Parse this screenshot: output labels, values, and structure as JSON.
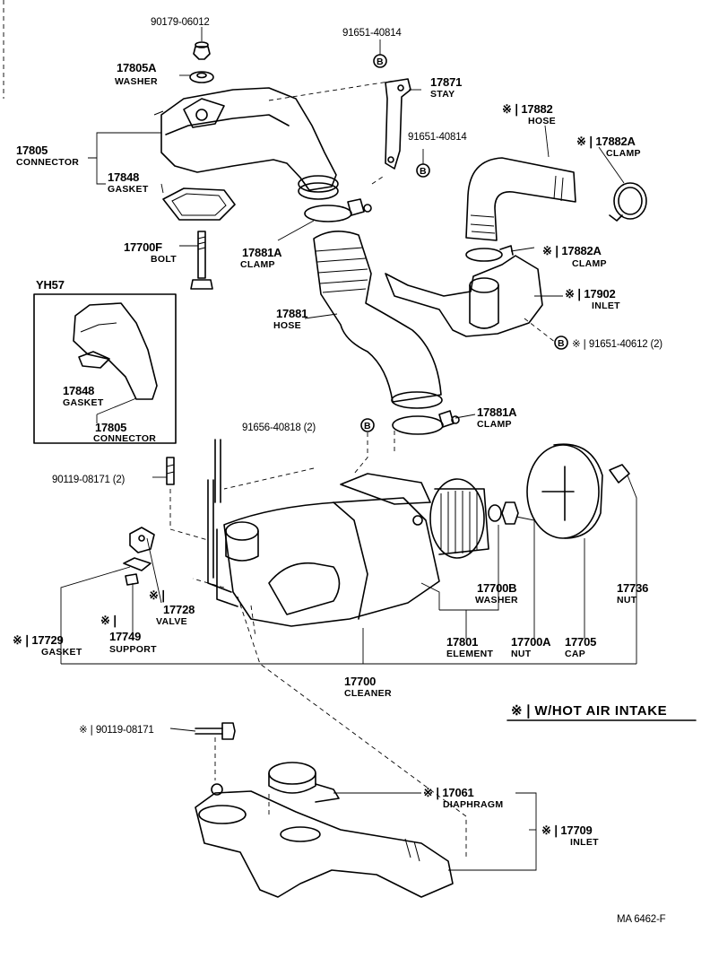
{
  "legend": {
    "text": "※❘W/HOT AIR INTAKE"
  },
  "drawing_code": "MA  6462-F",
  "inset_label": "YH57",
  "bolt_symbol": "B",
  "callouts": {
    "p90179": {
      "number": "90179-06012"
    },
    "p17805a": {
      "number": "17805A",
      "name": "WASHER"
    },
    "p91651_top": {
      "number": "91651-40814"
    },
    "p17871": {
      "number": "17871",
      "name": "STAY"
    },
    "p91651_mid": {
      "number": "91651-40814"
    },
    "p17882": {
      "number": "※❘17882",
      "name": "HOSE"
    },
    "p17882a_top": {
      "number": "※❘17882A",
      "name": "CLAMP"
    },
    "p17805": {
      "number": "17805",
      "name": "CONNECTOR"
    },
    "p17848": {
      "number": "17848",
      "name": "GASKET"
    },
    "p17700f": {
      "number": "17700F",
      "name": "BOLT"
    },
    "p17881a_top": {
      "number": "17881A",
      "name": "CLAMP"
    },
    "p17882a_mid": {
      "number": "※❘17882A",
      "name": "CLAMP"
    },
    "p17902": {
      "number": "※❘17902",
      "name": "INLET"
    },
    "p91651_40612": {
      "number": "※❘91651-40612 (2)"
    },
    "p17881": {
      "number": "17881",
      "name": "HOSE"
    },
    "inset_17848": {
      "number": "17848",
      "name": "GASKET"
    },
    "inset_17805": {
      "number": "17805",
      "name": "CONNECTOR"
    },
    "p17881a_bot": {
      "number": "17881A",
      "name": "CLAMP"
    },
    "p91656": {
      "number": "91656-40818 (2)"
    },
    "p90119_top": {
      "number": "90119-08171 (2)"
    },
    "p17728": {
      "number": "※❘",
      "number2": "17728",
      "name": "VALVE"
    },
    "p17729": {
      "number": "※❘17729",
      "name": "GASKET"
    },
    "p17749": {
      "number": "※❘",
      "number2": "17749",
      "name": "SUPPORT"
    },
    "p17700b": {
      "number": "17700B",
      "name": "WASHER"
    },
    "p17736": {
      "number": "17736",
      "name": "NUT"
    },
    "p17801": {
      "number": "17801",
      "name": "ELEMENT"
    },
    "p17700a": {
      "number": "17700A",
      "name": "NUT"
    },
    "p17705": {
      "number": "17705",
      "name": "CAP"
    },
    "p17700": {
      "number": "17700",
      "name": "CLEANER"
    },
    "p90119_bot": {
      "number": "※❘90119-08171"
    },
    "p17061": {
      "number": "※❘17061",
      "name": "DIAPHRAGM"
    },
    "p17709": {
      "number": "※❘17709",
      "name": "INLET"
    }
  }
}
